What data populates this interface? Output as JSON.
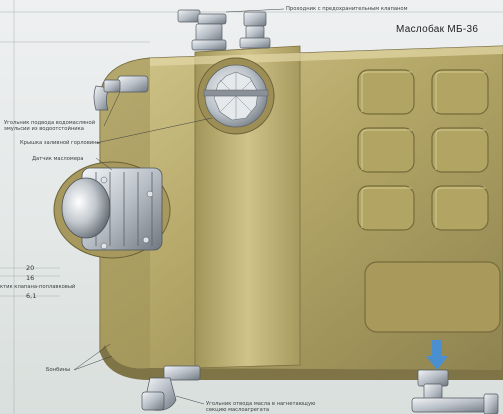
{
  "title": "Маслобак МБ-36",
  "labels": {
    "top_right": "Проходник с предохранительным клапаном",
    "water_line_1": "Угольник подвода водомасляной",
    "water_line_2": "эмульсии из водоотстойника",
    "filler_cap": "Крышка заливной горловины",
    "oil_gauge": "Датчик масломера",
    "float_valve": "ктик клапана-поплавковый",
    "drain_bolts": "Бонбины",
    "outlet_1": "Угольник отвода масла в нагнетающую",
    "outlet_2": "секцию маслоагрегата"
  },
  "scale_numbers": [
    "20",
    "16",
    "6,1"
  ],
  "colors": {
    "tank_body": "#b7a86a",
    "tank_shadow": "#8e8350",
    "tank_highlight": "#d9cf98",
    "metal": "#c9ced4",
    "arrow": "#4a8fd0"
  }
}
